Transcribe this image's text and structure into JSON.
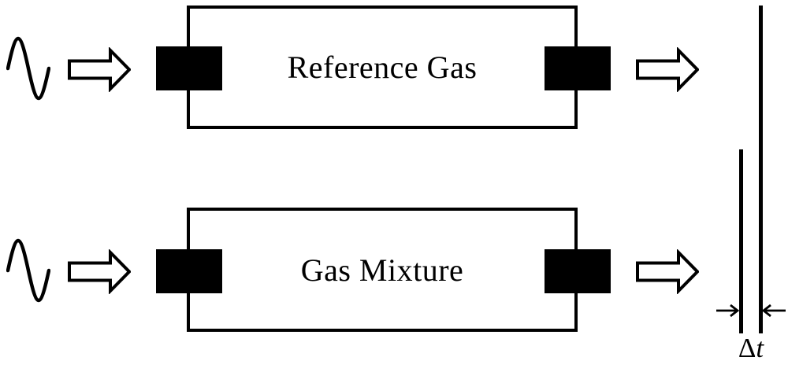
{
  "colors": {
    "ink": "#000000",
    "background": "#ffffff"
  },
  "channels": [
    {
      "label": "Reference Gas"
    },
    {
      "label": "Gas Mixture"
    }
  ],
  "delay": {
    "delta": "Δ",
    "t": "t"
  },
  "icons": {
    "input_signal": "sine-wave-icon",
    "flow_arrow": "block-arrow-right-icon",
    "transducer": "transducer-block",
    "dimension_left": "dim-arrow-right-icon",
    "dimension_right": "dim-arrow-left-icon"
  }
}
